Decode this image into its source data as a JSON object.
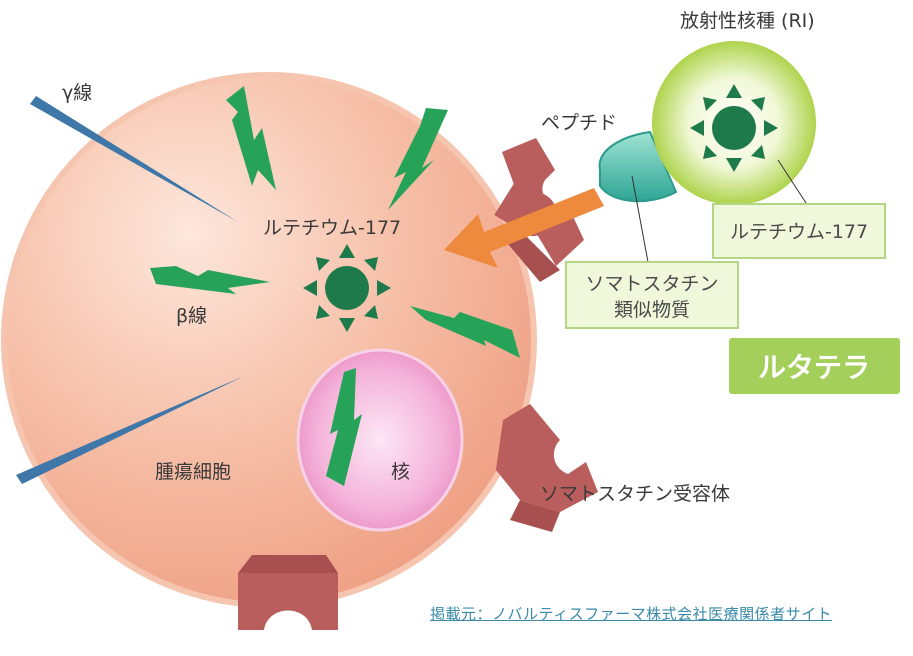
{
  "labels": {
    "gamma": "γ線",
    "beta": "β線",
    "center_isotope": "ルテチウム-177",
    "tumor_cell": "腫瘍細胞",
    "nucleus": "核",
    "receptor": "ソマトスタチン受容体",
    "radionuclide": "放射性核種 (RI)",
    "peptide": "ペプチド"
  },
  "boxes": {
    "lutetium": "ルテチウム-177",
    "analog_line1": "ソマトスタチン",
    "analog_line2": "類似物質"
  },
  "badge": "ルタテラ",
  "source": "掲載元：ノバルティスファーマ株式会社医療関係者サイト",
  "colors": {
    "cell": "#f2ac94",
    "nucleus": "#f0a2cf",
    "receptor": "#b85a5a",
    "radiation_green": "#27a259",
    "isotope_star": "#1e7a4a",
    "gamma_ray": "#3f77a8",
    "arrow": "#ee8a3d",
    "ri_sphere": "#a8cf36",
    "peptide": "#3fb5a4",
    "badge": "#a4cf5a"
  }
}
